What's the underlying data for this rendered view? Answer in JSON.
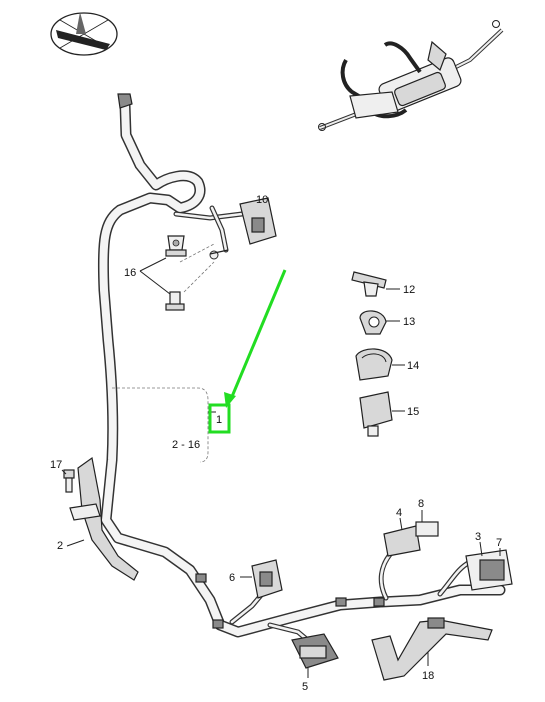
{
  "diagram": {
    "callouts": {
      "c1": "1",
      "c2": "2",
      "c2_16": "2 - 16",
      "c3": "3",
      "c4": "4",
      "c5": "5",
      "c6": "6",
      "c7": "7",
      "c8": "8",
      "c10": "10",
      "c12": "12",
      "c13": "13",
      "c14": "14",
      "c15": "15",
      "c16": "16",
      "c17": "17",
      "c18": "18"
    },
    "colors": {
      "highlight": "#22dd22",
      "ink": "#222222",
      "fill": "#d8d8d8"
    },
    "icons": {
      "orientation": "compass-orientation-icon",
      "overview": "steering-rack-overview-icon"
    }
  }
}
